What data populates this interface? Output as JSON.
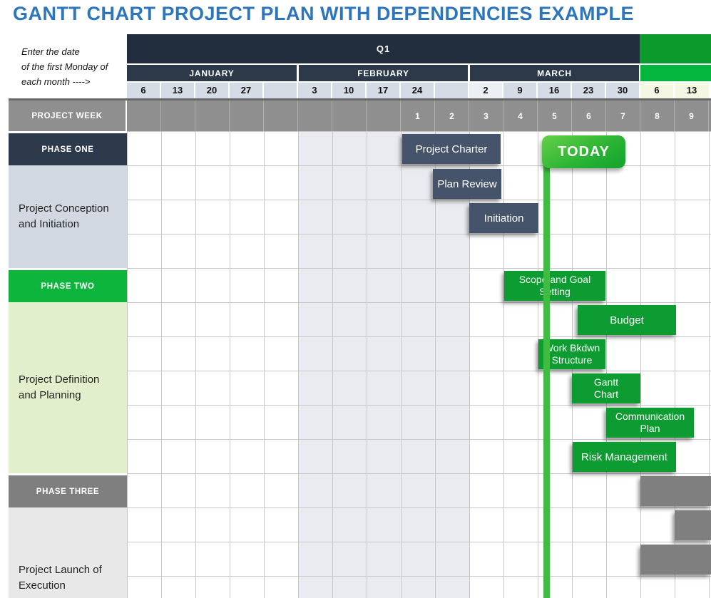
{
  "title": "GANTT CHART PROJECT PLAN WITH DEPENDENCIES EXAMPLE",
  "note": {
    "line1": "Enter the date",
    "line2": "of the first Monday of",
    "line3": "each month ---->"
  },
  "header": {
    "quarter": "Q1",
    "months": [
      "JANUARY",
      "FEBRUARY",
      "MARCH"
    ],
    "dates": [
      "6",
      "13",
      "20",
      "27",
      "",
      "3",
      "10",
      "17",
      "24",
      "",
      "2",
      "9",
      "16",
      "23",
      "30",
      "6",
      "13"
    ],
    "project_week_label": "PROJECT WEEK",
    "weeks": [
      "",
      "",
      "",
      "",
      "",
      "",
      "",
      "",
      "1",
      "2",
      "3",
      "4",
      "5",
      "6",
      "7",
      "8",
      "9"
    ]
  },
  "today": {
    "label": "TODAY"
  },
  "phases": [
    {
      "label": "PHASE ONE",
      "section": "Project Conception\nand Initiation"
    },
    {
      "label": "PHASE TWO",
      "section": "Project Definition\nand Planning"
    },
    {
      "label": "PHASE THREE",
      "section": "Project Launch of\nExecution"
    }
  ],
  "tasks": [
    {
      "label": "Project Charter"
    },
    {
      "label": "Plan Review"
    },
    {
      "label": "Initiation"
    },
    {
      "label": "Scope and Goal\nSetting"
    },
    {
      "label": "Budget"
    },
    {
      "label": "Work Bkdwn\nStructure"
    },
    {
      "label": "Gantt\nChart"
    },
    {
      "label": "Communication\nPlan"
    },
    {
      "label": "Risk Management"
    },
    {
      "label": ""
    },
    {
      "label": ""
    },
    {
      "label": ""
    }
  ],
  "colors": {
    "title_blue": "#2d76bb",
    "header_navy": "#222e3d",
    "month_navy": "#2c3948",
    "phase_one_navy": "#2d3a4b",
    "phase_two_green": "#0db53d",
    "task_green": "#0d9c31",
    "quarter_green": "#0a9b2c",
    "month_band_green": "#04b53e",
    "today_line_green": "#40bc43",
    "phase_three_gray": "#7f7f7f",
    "project_week_gray": "#8f8f8f",
    "feb_tint": "#e9ebf1",
    "conception_bg": "#d2d8e2",
    "definition_bg": "#e2efcc",
    "launch_bg": "#e8e8e8"
  },
  "chart_data": {
    "type": "bar",
    "subtype": "gantt",
    "title": "Gantt Chart Project Plan with Dependencies Example",
    "quarter": "Q1",
    "months": [
      "JANUARY",
      "FEBRUARY",
      "MARCH"
    ],
    "week_start_dates": [
      "Jan 6",
      "Jan 13",
      "Jan 20",
      "Jan 27",
      "",
      "Feb 3",
      "Feb 10",
      "Feb 17",
      "Feb 24",
      "",
      "Mar 2",
      "Mar 9",
      "Mar 16",
      "Mar 23",
      "Mar 30",
      "Apr 6",
      "Apr 13"
    ],
    "project_weeks": [
      1,
      2,
      3,
      4,
      5,
      6,
      7,
      8,
      9
    ],
    "today_marker": {
      "label": "TODAY",
      "position_week": 5
    },
    "series": [
      {
        "phase": "PHASE ONE",
        "section": "Project Conception and Initiation",
        "color": "#45546a",
        "tasks": [
          {
            "name": "Project Charter",
            "start_week": 1,
            "end_week": 3
          },
          {
            "name": "Plan Review",
            "start_week": 2,
            "end_week": 3
          },
          {
            "name": "Initiation",
            "start_week": 3,
            "end_week": 4
          }
        ]
      },
      {
        "phase": "PHASE TWO",
        "section": "Project Definition and Planning",
        "color": "#0d9c31",
        "tasks": [
          {
            "name": "Scope and Goal Setting",
            "start_week": 4,
            "end_week": 6
          },
          {
            "name": "Budget",
            "start_week": 6,
            "end_week": 8
          },
          {
            "name": "Work Bkdwn Structure",
            "start_week": 5,
            "end_week": 6
          },
          {
            "name": "Gantt Chart",
            "start_week": 6,
            "end_week": 7
          },
          {
            "name": "Communication Plan",
            "start_week": 7,
            "end_week": 9
          },
          {
            "name": "Risk Management",
            "start_week": 6,
            "end_week": 8
          }
        ]
      },
      {
        "phase": "PHASE THREE",
        "section": "Project Launch of Execution",
        "color": "#7f7f7f",
        "tasks": [
          {
            "name": "",
            "start_week": 8,
            "end_week": 9
          },
          {
            "name": "",
            "start_week": 9,
            "end_week": 9
          },
          {
            "name": "",
            "start_week": 8,
            "end_week": 9
          }
        ]
      }
    ],
    "legend_position": "none",
    "grid": true
  }
}
